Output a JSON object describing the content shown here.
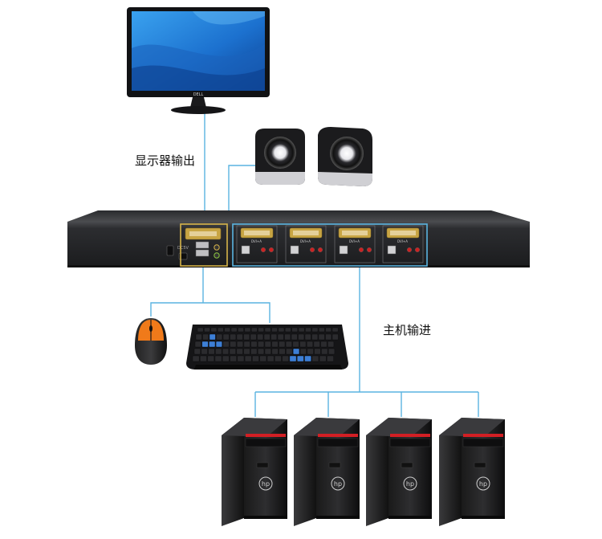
{
  "labels": {
    "display_output": "显示器输出",
    "host_input": "主机输进"
  },
  "monitor": {
    "brand": "DELL"
  },
  "kvm": {
    "ports": 4,
    "port_label": "DVI",
    "port_texts": [
      "DVI+A",
      "DVI+A",
      "DVI+A",
      "DVI+A"
    ],
    "console_label": "DC5V"
  },
  "pc": {
    "brand": "hp",
    "count": 4
  },
  "colors": {
    "link": "#5ab4e0",
    "kvm_body": "#2a2b2e",
    "gold_port": "#c8a544",
    "screen": "#1e6fc4",
    "accent_red": "#d21f24"
  }
}
